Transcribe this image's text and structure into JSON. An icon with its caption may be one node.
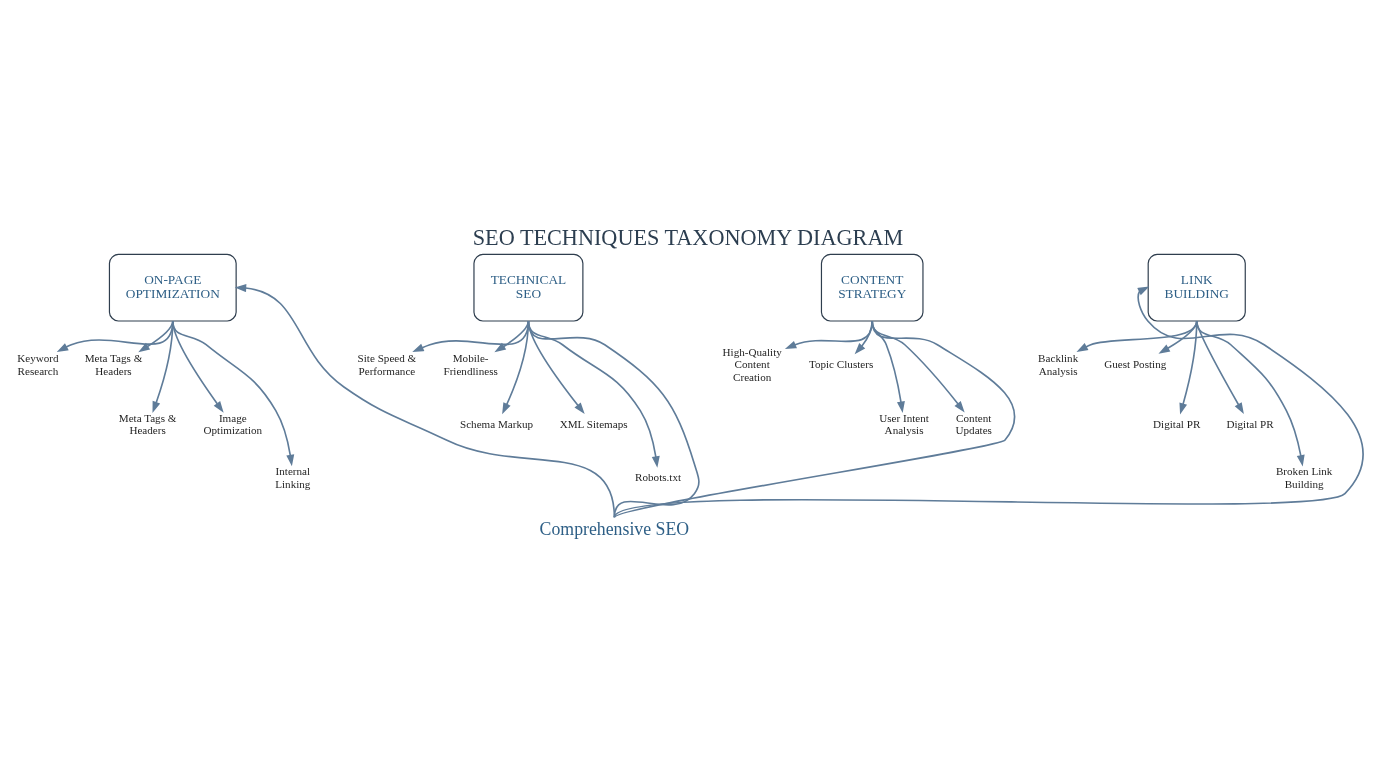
{
  "diagram": {
    "title": "SEO TECHNIQUES TAXONOMY DIAGRAM",
    "nodes": [
      {
        "text": [
          "ON-PAGE OPTIMIZATION"
        ]
      },
      {
        "text": [
          "TECHNICAL SEO"
        ]
      },
      {
        "text": [
          "CONTENT STRATEGY"
        ]
      },
      {
        "text": [
          "LINK BUILDING"
        ]
      },
      {
        "text": [
          "Keyword Research"
        ]
      },
      {
        "text": [
          "Meta Tags & Headers"
        ]
      },
      {
        "text": [
          "Meta Tags & Headers"
        ]
      },
      {
        "text": [
          "Image Optimization"
        ]
      },
      {
        "text": [
          "Internal Linking"
        ]
      },
      {
        "text": [
          "Site Speed & Performance"
        ]
      },
      {
        "text": [
          "Mobile-Friendliness"
        ]
      },
      {
        "text": [
          "Schema Markup"
        ]
      },
      {
        "text": [
          "XML Sitemaps"
        ]
      },
      {
        "text": [
          "Robots.txt"
        ]
      },
      {
        "text": [
          "High-Quality Content Creation"
        ]
      },
      {
        "text": [
          "Topic Clusters"
        ]
      },
      {
        "text": [
          "User Intent Analysis"
        ]
      },
      {
        "text": [
          "Content Updates"
        ]
      },
      {
        "text": [
          "Backlink Analysis"
        ]
      },
      {
        "text": [
          "Guest Posting"
        ]
      },
      {
        "text": [
          "Digital PR"
        ]
      },
      {
        "text": [
          "Digital PR"
        ]
      },
      {
        "text": [
          "Broken Link Building"
        ]
      },
      {
        "text": [
          "Comprehensive SEO"
        ]
      }
    ],
    "edges": [
      {
        "from": 0,
        "to": 4,
        "arrow": "to"
      },
      {
        "from": 0,
        "to": 5,
        "arrow": "to"
      },
      {
        "from": 0,
        "to": 6,
        "arrow": "to"
      },
      {
        "from": 0,
        "to": 7,
        "arrow": "to"
      },
      {
        "from": 0,
        "to": 8,
        "arrow": "to"
      },
      {
        "from": 1,
        "to": 9,
        "arrow": "to"
      },
      {
        "from": 1,
        "to": 10,
        "arrow": "to"
      },
      {
        "from": 1,
        "to": 11,
        "arrow": "to"
      },
      {
        "from": 1,
        "to": 12,
        "arrow": "to"
      },
      {
        "from": 1,
        "to": 13,
        "arrow": "to"
      },
      {
        "from": 2,
        "to": 14,
        "arrow": "to"
      },
      {
        "from": 2,
        "to": 15,
        "arrow": "to"
      },
      {
        "from": 2,
        "to": 16,
        "arrow": "to"
      },
      {
        "from": 2,
        "to": 17,
        "arrow": "to"
      },
      {
        "from": 3,
        "to": 18,
        "arrow": "to"
      },
      {
        "from": 3,
        "to": 19,
        "arrow": "to"
      },
      {
        "from": 3,
        "to": 20,
        "arrow": "to"
      },
      {
        "from": 3,
        "to": 21,
        "arrow": "to"
      },
      {
        "from": 3,
        "to": 22,
        "arrow": "to"
      },
      {
        "from": 23,
        "to": 0,
        "arrow": "to"
      },
      {
        "from": 23,
        "to": 1,
        "arrow": "none"
      },
      {
        "from": 23,
        "to": 2,
        "arrow": "none"
      },
      {
        "from": 23,
        "to": 3,
        "arrow": "to"
      }
    ]
  }
}
